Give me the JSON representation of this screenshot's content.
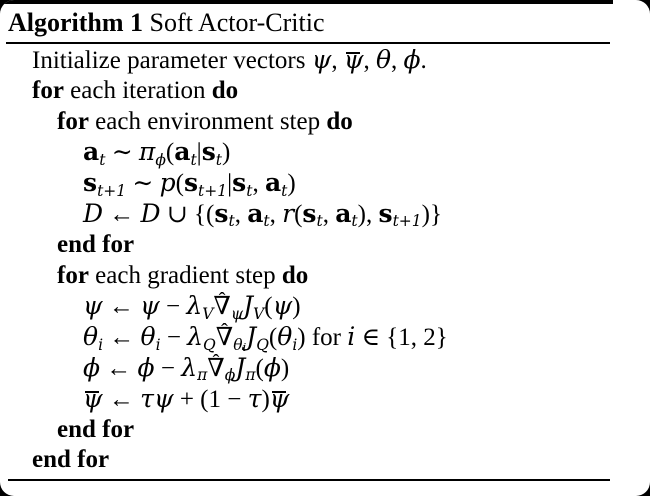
{
  "theme": {
    "background_color": "#000000",
    "paper_color": "#ffffff",
    "text_color": "#000000"
  },
  "header": {
    "label": "Algorithm 1",
    "title": "Soft Actor-Critic"
  },
  "algorithm": {
    "lines": [
      {
        "indent": 0,
        "tokens": [
          {
            "t": "Initialize parameter vectors ",
            "s": "rm"
          },
          {
            "t": "ψ",
            "s": "it"
          },
          {
            "t": ", ",
            "s": "rm"
          },
          {
            "t": "ψ",
            "s": "it",
            "acc": {
              "ch": "¯",
              "cls": "bar"
            }
          },
          {
            "t": ", ",
            "s": "rm"
          },
          {
            "t": "θ",
            "s": "it"
          },
          {
            "t": ", ",
            "s": "rm"
          },
          {
            "t": "ϕ",
            "s": "it"
          },
          {
            "t": ".",
            "s": "rm"
          }
        ]
      },
      {
        "indent": 0,
        "tokens": [
          {
            "t": "for",
            "s": "bf"
          },
          {
            "t": " each iteration ",
            "s": "rm"
          },
          {
            "t": "do",
            "s": "bf"
          }
        ]
      },
      {
        "indent": 1,
        "tokens": [
          {
            "t": "for",
            "s": "bf"
          },
          {
            "t": " each environment step ",
            "s": "rm"
          },
          {
            "t": "do",
            "s": "bf"
          }
        ]
      },
      {
        "indent": 2,
        "tokens": [
          {
            "t": "a",
            "s": "mbf"
          },
          {
            "t": "t",
            "s": "it sub"
          },
          {
            "t": " ∼ ",
            "s": "rm"
          },
          {
            "t": "π",
            "s": "it"
          },
          {
            "t": "ϕ",
            "s": "it sub"
          },
          {
            "t": "(",
            "s": "rm"
          },
          {
            "t": "a",
            "s": "mbf"
          },
          {
            "t": "t",
            "s": "it sub"
          },
          {
            "t": "|",
            "s": "rm"
          },
          {
            "t": "s",
            "s": "mbf"
          },
          {
            "t": "t",
            "s": "it sub"
          },
          {
            "t": ")",
            "s": "rm"
          }
        ]
      },
      {
        "indent": 2,
        "tokens": [
          {
            "t": "s",
            "s": "mbf"
          },
          {
            "t": "t+1",
            "s": "it sub"
          },
          {
            "t": " ∼ ",
            "s": "rm"
          },
          {
            "t": "p",
            "s": "it"
          },
          {
            "t": "(",
            "s": "rm"
          },
          {
            "t": "s",
            "s": "mbf"
          },
          {
            "t": "t+1",
            "s": "it sub"
          },
          {
            "t": "|",
            "s": "rm"
          },
          {
            "t": "s",
            "s": "mbf"
          },
          {
            "t": "t",
            "s": "it sub"
          },
          {
            "t": ", ",
            "s": "rm"
          },
          {
            "t": "a",
            "s": "mbf"
          },
          {
            "t": "t",
            "s": "it sub"
          },
          {
            "t": ")",
            "s": "rm"
          }
        ]
      },
      {
        "indent": 2,
        "tokens": [
          {
            "t": "D",
            "s": "cal"
          },
          {
            "t": " ← ",
            "s": "rm"
          },
          {
            "t": "D",
            "s": "cal"
          },
          {
            "t": " ∪ ",
            "s": "rm"
          },
          {
            "t": "{(",
            "s": "rm"
          },
          {
            "t": "s",
            "s": "mbf"
          },
          {
            "t": "t",
            "s": "it sub"
          },
          {
            "t": ", ",
            "s": "rm"
          },
          {
            "t": "a",
            "s": "mbf"
          },
          {
            "t": "t",
            "s": "it sub"
          },
          {
            "t": ", ",
            "s": "rm"
          },
          {
            "t": "r",
            "s": "it"
          },
          {
            "t": "(",
            "s": "rm"
          },
          {
            "t": "s",
            "s": "mbf"
          },
          {
            "t": "t",
            "s": "it sub"
          },
          {
            "t": ", ",
            "s": "rm"
          },
          {
            "t": "a",
            "s": "mbf"
          },
          {
            "t": "t",
            "s": "it sub"
          },
          {
            "t": ")",
            "s": "rm"
          },
          {
            "t": ", ",
            "s": "rm"
          },
          {
            "t": "s",
            "s": "mbf"
          },
          {
            "t": "t+1",
            "s": "it sub"
          },
          {
            "t": ")}",
            "s": "rm"
          }
        ]
      },
      {
        "indent": 1,
        "tokens": [
          {
            "t": "end for",
            "s": "bf"
          }
        ]
      },
      {
        "indent": 1,
        "tokens": [
          {
            "t": "for",
            "s": "bf"
          },
          {
            "t": " each gradient step ",
            "s": "rm"
          },
          {
            "t": "do",
            "s": "bf"
          }
        ]
      },
      {
        "indent": 2,
        "tokens": [
          {
            "t": "ψ",
            "s": "it"
          },
          {
            "t": " ← ",
            "s": "rm"
          },
          {
            "t": "ψ",
            "s": "it"
          },
          {
            "t": " − ",
            "s": "rm"
          },
          {
            "t": "λ",
            "s": "it"
          },
          {
            "t": "V",
            "s": "it sub"
          },
          {
            "t": "∇",
            "s": "rm",
            "acc": {
              "ch": "ˆ",
              "cls": "hat"
            }
          },
          {
            "t": "ψ",
            "s": "it sub"
          },
          {
            "t": "J",
            "s": "it"
          },
          {
            "t": "V",
            "s": "it sub"
          },
          {
            "t": "(",
            "s": "rm"
          },
          {
            "t": "ψ",
            "s": "it"
          },
          {
            "t": ")",
            "s": "rm"
          }
        ]
      },
      {
        "indent": 2,
        "tokens": [
          {
            "t": "θ",
            "s": "it"
          },
          {
            "t": "i",
            "s": "it sub"
          },
          {
            "t": " ← ",
            "s": "rm"
          },
          {
            "t": "θ",
            "s": "it"
          },
          {
            "t": "i",
            "s": "it sub"
          },
          {
            "t": " − ",
            "s": "rm"
          },
          {
            "t": "λ",
            "s": "it"
          },
          {
            "t": "Q",
            "s": "it sub"
          },
          {
            "t": "∇",
            "s": "rm",
            "acc": {
              "ch": "ˆ",
              "cls": "hat"
            }
          },
          {
            "t": "θ",
            "s": "it sub"
          },
          {
            "t": "i",
            "s": "it subsub"
          },
          {
            "t": "J",
            "s": "it"
          },
          {
            "t": "Q",
            "s": "it sub"
          },
          {
            "t": "(",
            "s": "rm"
          },
          {
            "t": "θ",
            "s": "it"
          },
          {
            "t": "i",
            "s": "it sub"
          },
          {
            "t": ")",
            "s": "rm"
          },
          {
            "t": " for ",
            "s": "rm"
          },
          {
            "t": "i",
            "s": "it"
          },
          {
            "t": " ∈ ",
            "s": "rm"
          },
          {
            "t": "{1, 2}",
            "s": "rm"
          }
        ]
      },
      {
        "indent": 2,
        "tokens": [
          {
            "t": "ϕ",
            "s": "it"
          },
          {
            "t": " ← ",
            "s": "rm"
          },
          {
            "t": "ϕ",
            "s": "it"
          },
          {
            "t": " − ",
            "s": "rm"
          },
          {
            "t": "λ",
            "s": "it"
          },
          {
            "t": "π",
            "s": "it sub"
          },
          {
            "t": "∇",
            "s": "rm",
            "acc": {
              "ch": "ˆ",
              "cls": "hat"
            }
          },
          {
            "t": "ϕ",
            "s": "it sub"
          },
          {
            "t": "J",
            "s": "it"
          },
          {
            "t": "π",
            "s": "it sub"
          },
          {
            "t": "(",
            "s": "rm"
          },
          {
            "t": "ϕ",
            "s": "it"
          },
          {
            "t": ")",
            "s": "rm"
          }
        ]
      },
      {
        "indent": 2,
        "tokens": [
          {
            "t": "ψ",
            "s": "it",
            "acc": {
              "ch": "¯",
              "cls": "bar"
            }
          },
          {
            "t": " ← ",
            "s": "rm"
          },
          {
            "t": "τ",
            "s": "it"
          },
          {
            "t": "ψ",
            "s": "it"
          },
          {
            "t": " + (1 − ",
            "s": "rm"
          },
          {
            "t": "τ",
            "s": "it"
          },
          {
            "t": ")",
            "s": "rm"
          },
          {
            "t": "ψ",
            "s": "it",
            "acc": {
              "ch": "¯",
              "cls": "bar"
            }
          }
        ]
      },
      {
        "indent": 1,
        "tokens": [
          {
            "t": "end for",
            "s": "bf"
          }
        ]
      },
      {
        "indent": 0,
        "tokens": [
          {
            "t": "end for",
            "s": "bf"
          }
        ]
      }
    ]
  }
}
